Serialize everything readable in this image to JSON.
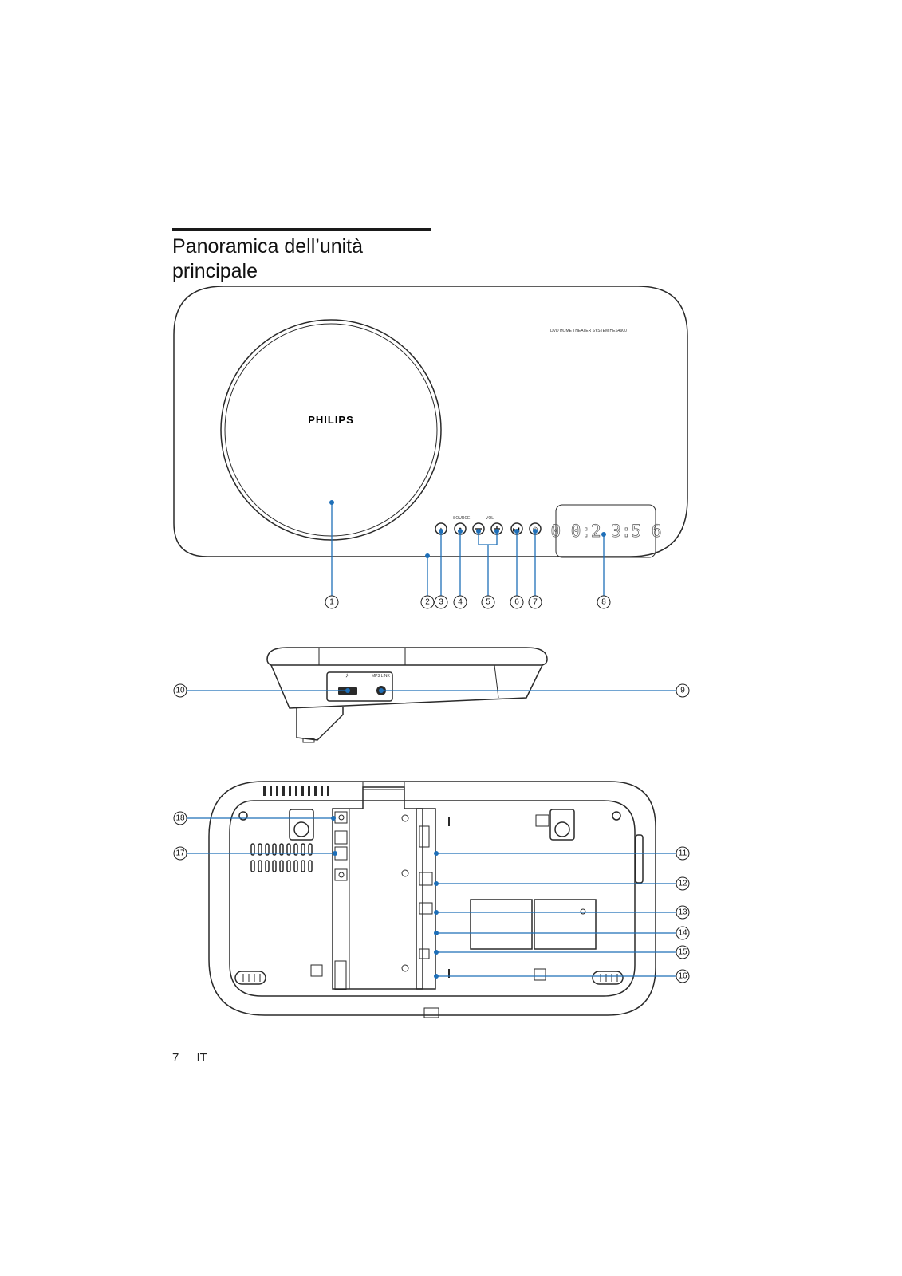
{
  "heading": {
    "line1": "Panoramica dell’unità",
    "line2": "principale"
  },
  "front_panel": {
    "brand_logo_text": "PHILIPS",
    "model_text": "DVD HOME THEATER SYSTEM HES4900",
    "source_label": "SOURCE",
    "vol_label": "VOL",
    "display_readout": "0 0:2 3:5 6",
    "callouts": [
      "1",
      "2",
      "3",
      "4",
      "5",
      "6",
      "7",
      "8"
    ]
  },
  "side_panel": {
    "usb_symbol": "⭍",
    "mp3_link_label": "MP3 LINK",
    "callouts": [
      "10",
      "9"
    ]
  },
  "rear_panel": {
    "callouts_left": [
      "18",
      "17"
    ],
    "callouts_right": [
      "11",
      "12",
      "13",
      "14",
      "15",
      "16"
    ]
  },
  "footer": {
    "page_number": "7",
    "language": "IT"
  },
  "colors": {
    "callout_line": "#1e6fb8",
    "outline": "#2a2a2a"
  }
}
